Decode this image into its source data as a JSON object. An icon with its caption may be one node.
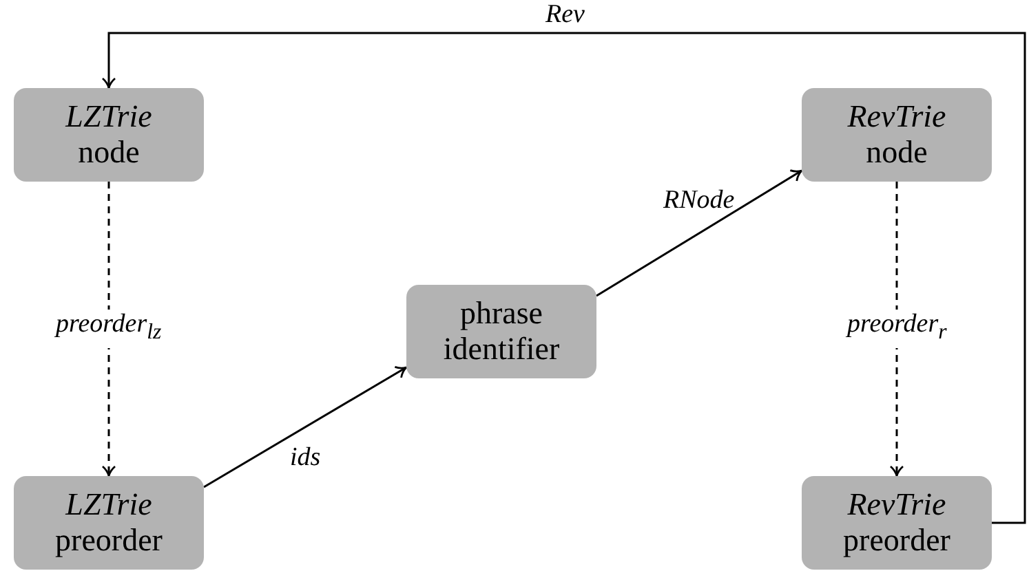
{
  "diagram": {
    "nodes": [
      {
        "text": [
          "*LZTrie* node"
        ]
      },
      {
        "text": [
          "*RevTrie* node"
        ]
      },
      {
        "text": [
          "phrase identifier"
        ]
      },
      {
        "text": [
          "*LZTrie* preorder"
        ]
      },
      {
        "text": [
          "*RevTrie* preorder"
        ]
      }
    ],
    "edges": [
      {
        "from": 0,
        "to": 3,
        "arrow": "to",
        "style": "dashed",
        "label": "preorder$_{lz}$"
      },
      {
        "from": 3,
        "to": 2,
        "arrow": "to",
        "label": "ids"
      },
      {
        "from": 2,
        "to": 1,
        "arrow": "to",
        "label": "RNode"
      },
      {
        "from": 1,
        "to": 4,
        "arrow": "to",
        "style": "dashed",
        "label": "preorder$_{r}$"
      },
      {
        "from": 4,
        "to": 0,
        "arrow": "to",
        "label": "Rev"
      }
    ]
  }
}
